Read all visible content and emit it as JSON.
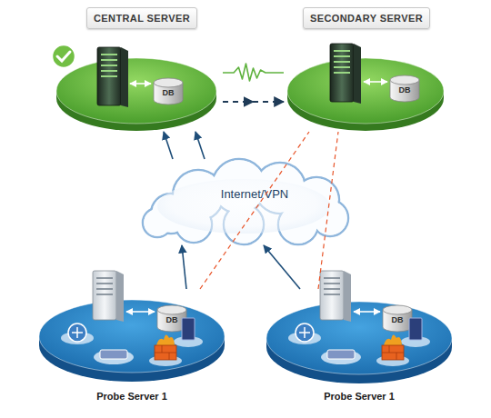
{
  "diagram": {
    "nodes": [
      {
        "text": [
          "CENTRAL SERVER"
        ]
      },
      {
        "text": [
          "DB"
        ],
        "in": 0
      },
      {
        "text": [
          "SECONDARY SERVER"
        ]
      },
      {
        "text": [
          "DB"
        ],
        "in": 2
      },
      {
        "text": [
          "Internet/VPN"
        ]
      },
      {
        "text": [
          "Probe Server 1"
        ]
      },
      {
        "text": [
          "DB"
        ],
        "in": 5
      },
      {
        "text": [
          "Probe Server 1"
        ]
      },
      {
        "text": [
          "DB"
        ],
        "in": 7
      }
    ],
    "edges": [
      {
        "from": 0,
        "to": 2,
        "arrow": "none"
      },
      {
        "from": 0,
        "to": 2,
        "arrow": "to"
      },
      {
        "from": 5,
        "to": 4,
        "arrow": "to"
      },
      {
        "from": 7,
        "to": 4,
        "arrow": "to"
      },
      {
        "from": 4,
        "to": 0,
        "arrow": "to"
      },
      {
        "from": 4,
        "to": 0,
        "arrow": "to"
      },
      {
        "from": 5,
        "to": 2,
        "arrow": "none"
      },
      {
        "from": 7,
        "to": 2,
        "arrow": "none"
      }
    ]
  }
}
